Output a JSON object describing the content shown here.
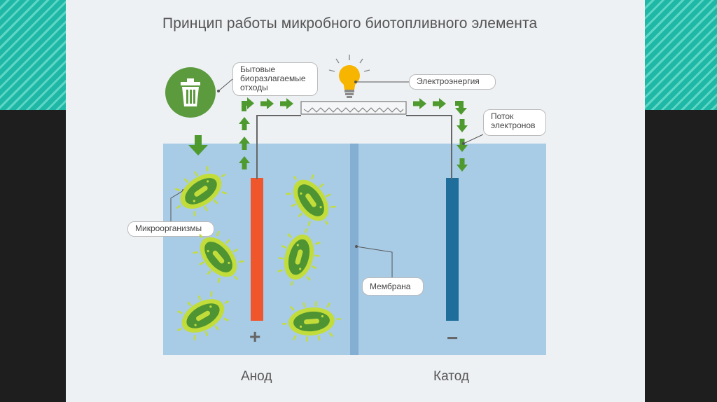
{
  "title": "Принцип работы микробного биотопливного элемента",
  "labels": {
    "waste": "Бытовые\nбиоразлагаемые\nотходы",
    "electricity": "Электроэнергия",
    "electron_flow": "Поток\nэлектронов",
    "microorganisms": "Микроорганизмы",
    "membrane": "Мембрана",
    "anode": "Анод",
    "cathode": "Катод",
    "plus": "+",
    "minus": "−"
  },
  "colors": {
    "accent_green": "#5b9b3e",
    "arrow_green": "#4e9a2f",
    "anode": "#f0562c",
    "cathode": "#1f6d9b",
    "water": "#a8cbe6",
    "bulb": "#f7b500"
  },
  "icons": [
    "trash-bin-icon",
    "light-bulb-icon",
    "bacteria-icon",
    "arrow-icon"
  ]
}
